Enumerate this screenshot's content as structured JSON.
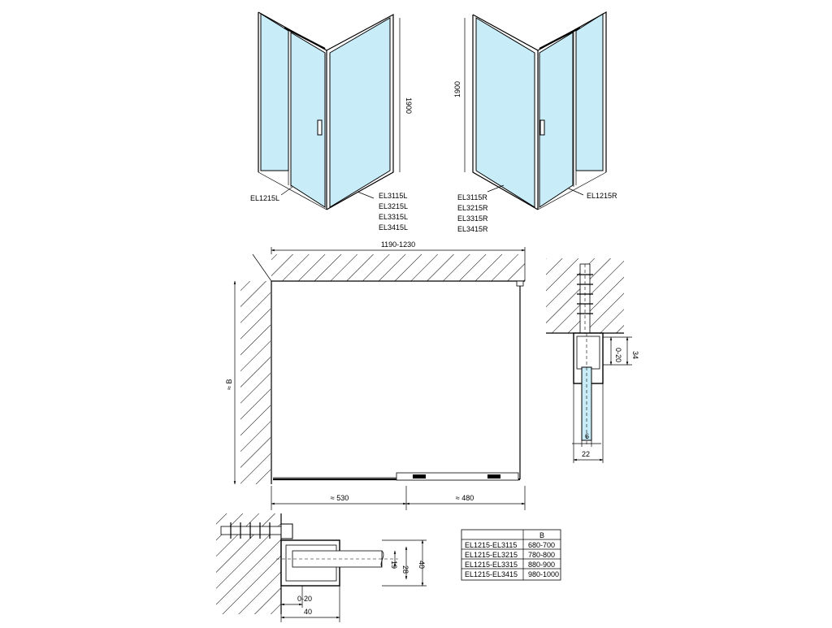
{
  "views": {
    "left_iso": {
      "labels": [
        "EL1215L",
        "EL3115L",
        "EL3215L",
        "EL3315L",
        "EL3415L"
      ],
      "height": "1900"
    },
    "right_iso": {
      "labels": [
        "EL3115R",
        "EL3215R",
        "EL3315R",
        "EL3415R",
        "EL1215R"
      ],
      "height": "1900"
    }
  },
  "plan": {
    "width_dim": "1190-1230",
    "depth_dim": "≈ B",
    "door_dim": "≈ 530",
    "fixed_dim": "≈ 480"
  },
  "profile_detail": {
    "dims": [
      "0-20",
      "34",
      "6",
      "22"
    ]
  },
  "bottom_detail": {
    "dims": [
      "19",
      "28",
      "40",
      "0-20",
      "40"
    ]
  },
  "table": {
    "header": [
      "",
      "B"
    ],
    "rows": [
      [
        "EL1215-EL3115",
        "680-700"
      ],
      [
        "EL1215-EL3215",
        "780-800"
      ],
      [
        "EL1215-EL3315",
        "880-900"
      ],
      [
        "EL1215-EL3415",
        "980-1000"
      ]
    ]
  }
}
